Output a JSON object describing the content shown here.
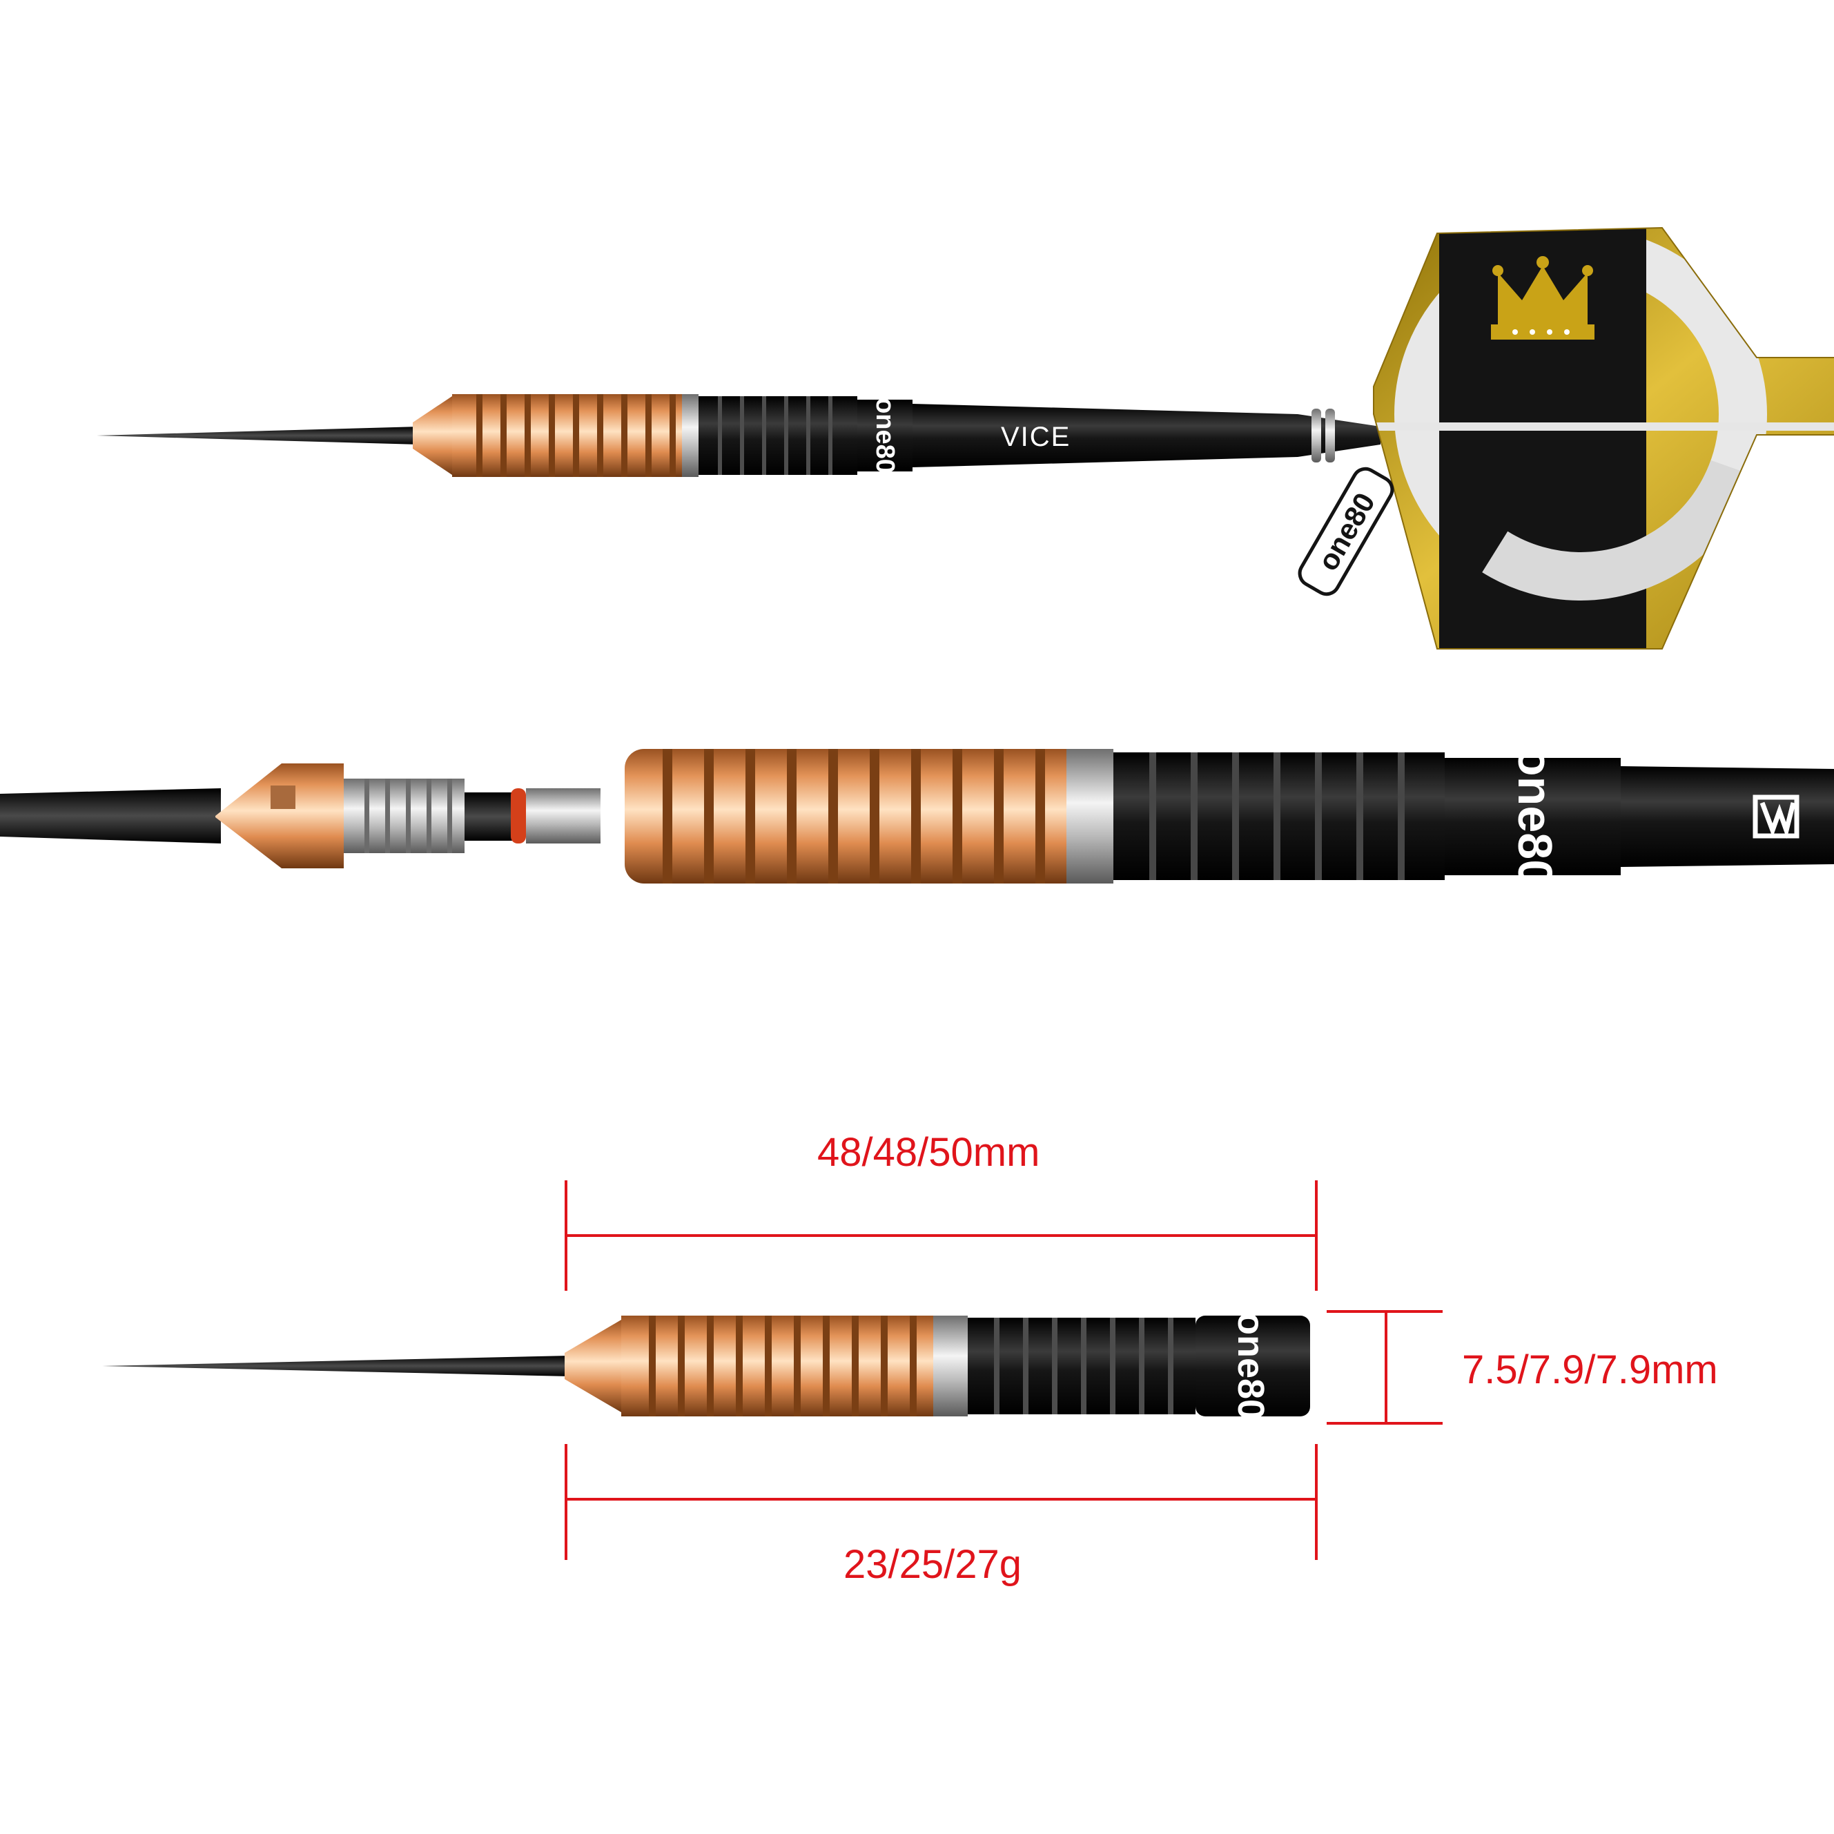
{
  "product": {
    "shaft_brand": "VICE",
    "barrel_logo": "one80",
    "flight_logo": "one80"
  },
  "specifications": {
    "length": "48/48/50mm",
    "diameter": "7.5/7.9/7.9mm",
    "weight": "23/25/27g"
  },
  "colors": {
    "dimension_red": "#e0141b",
    "copper": "#e3965a",
    "black": "#141414",
    "silver": "#c9c9c9",
    "flight_gold": "#c9a317"
  }
}
